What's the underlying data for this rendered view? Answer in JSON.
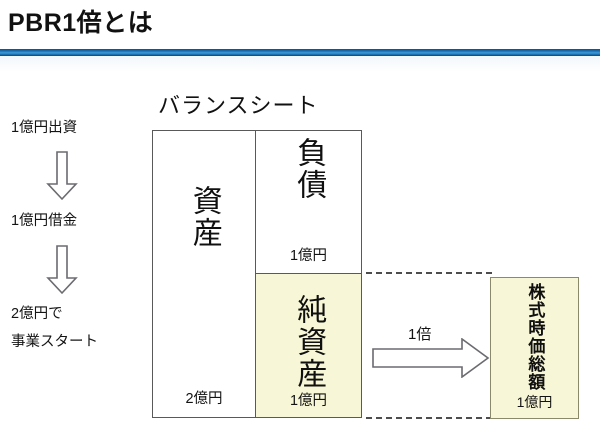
{
  "header": {
    "title": "PBR1倍とは",
    "rule_color": "#1b6fb5"
  },
  "flow": {
    "steps": [
      {
        "label": "1億円出資"
      },
      {
        "label": "1億円借金"
      },
      {
        "label": "2億円で"
      },
      {
        "label": "事業スタート"
      }
    ],
    "arrow_1_name": "down-arrow-1",
    "arrow_2_name": "down-arrow-2"
  },
  "balance_sheet": {
    "title": "バランスシート",
    "assets": {
      "label": "資産",
      "amount": "2億円"
    },
    "liabilities": {
      "label": "負債",
      "amount": "1億円"
    },
    "equity": {
      "label": "純資産",
      "amount": "1億円",
      "fill_color": "#f7f6d6"
    }
  },
  "connector": {
    "multiplier_label": "1倍",
    "arrow_direction": "right",
    "dash_color": "#4d4d4d"
  },
  "market_cap": {
    "label": "株式時価総額",
    "amount": "1億円",
    "fill_color": "#f7f6d6"
  }
}
